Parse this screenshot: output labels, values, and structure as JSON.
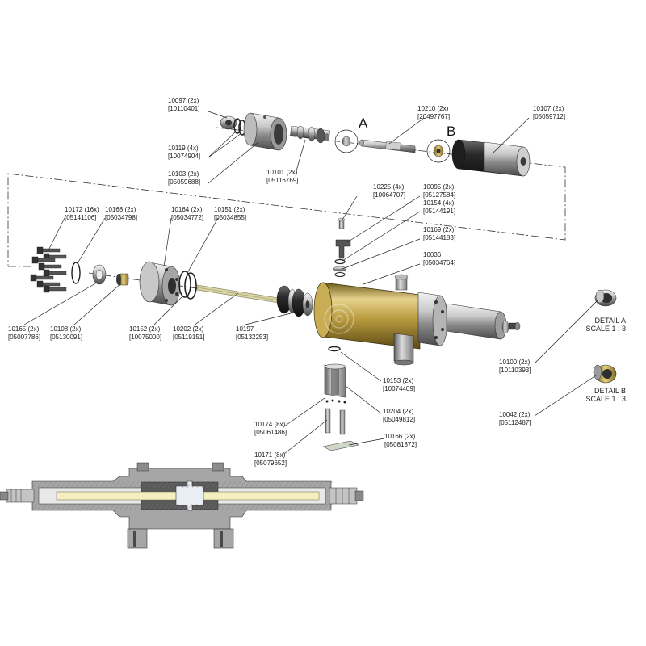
{
  "labels": [
    {
      "id": "10097",
      "lines": [
        "10097 (2x)",
        "[10110401]"
      ]
    },
    {
      "id": "10119",
      "lines": [
        "10119 (4x)",
        "[10074904]"
      ]
    },
    {
      "id": "10103",
      "lines": [
        "10103 (2x)",
        "[05059688]"
      ]
    },
    {
      "id": "10101",
      "lines": [
        "10101 (2x)",
        "[05116769]"
      ]
    },
    {
      "id": "10210",
      "lines": [
        "10210 (2x)",
        "[20497767]"
      ]
    },
    {
      "id": "10107",
      "lines": [
        "10107 (2x)",
        "[05059712]"
      ]
    },
    {
      "id": "10225",
      "lines": [
        "10225 (4x)",
        "[10064707]"
      ]
    },
    {
      "id": "10095",
      "lines": [
        "10095 (2x)",
        "[05127584]"
      ]
    },
    {
      "id": "10154",
      "lines": [
        "10154 (4x)",
        "[05144191]"
      ]
    },
    {
      "id": "10169",
      "lines": [
        "10169 (2x)",
        "[05144183]"
      ]
    },
    {
      "id": "10036",
      "lines": [
        "10036",
        "[05034764]"
      ]
    },
    {
      "id": "10172",
      "lines": [
        "10172 (16x)",
        "[05141106]"
      ]
    },
    {
      "id": "10168",
      "lines": [
        "10168 (2x)",
        "[05034798]"
      ]
    },
    {
      "id": "10164",
      "lines": [
        "10164 (2x)",
        "[05034772]"
      ]
    },
    {
      "id": "10151",
      "lines": [
        "10151 (2x)",
        "[05034855]"
      ]
    },
    {
      "id": "10165",
      "lines": [
        "10165 (2x)",
        "[05007786]"
      ]
    },
    {
      "id": "10108",
      "lines": [
        "10108 (2x)",
        "[05130091]"
      ]
    },
    {
      "id": "10152",
      "lines": [
        "10152 (2x)",
        "[10075000]"
      ]
    },
    {
      "id": "10202",
      "lines": [
        "10202 (2x)",
        "[05119151]"
      ]
    },
    {
      "id": "10197",
      "lines": [
        "10197",
        "[05132253]"
      ]
    },
    {
      "id": "10153",
      "lines": [
        "10153 (2x)",
        "[10074409]"
      ]
    },
    {
      "id": "10204",
      "lines": [
        "10204 (2x)",
        "[05049812]"
      ]
    },
    {
      "id": "10174",
      "lines": [
        "10174 (8x)",
        "[05061486]"
      ]
    },
    {
      "id": "10171",
      "lines": [
        "10171 (8x)",
        "[05079652]"
      ]
    },
    {
      "id": "10166",
      "lines": [
        "10166 (2x)",
        "[05081872]"
      ]
    },
    {
      "id": "10100",
      "lines": [
        "10100 (2x)",
        "[10110393]"
      ]
    },
    {
      "id": "10042",
      "lines": [
        "10042 (2x)",
        "[05112487]"
      ]
    }
  ],
  "detail_markers": {
    "a": "A",
    "b": "B"
  },
  "details": [
    {
      "id": "a",
      "lines": [
        "DETAIL A",
        "SCALE 1 : 3"
      ]
    },
    {
      "id": "b",
      "lines": [
        "DETAIL B",
        "SCALE 1 : 3"
      ]
    }
  ],
  "colors": {
    "body_gold": "#a8892f",
    "body_gold_light": "#e2cd7f",
    "steel_dark": "#3a3a3a",
    "steel_mid": "#8c8c8c",
    "steel_light": "#d4d4d4",
    "section_gray": "#9a9a9a",
    "section_yellow": "#f4efc0"
  }
}
